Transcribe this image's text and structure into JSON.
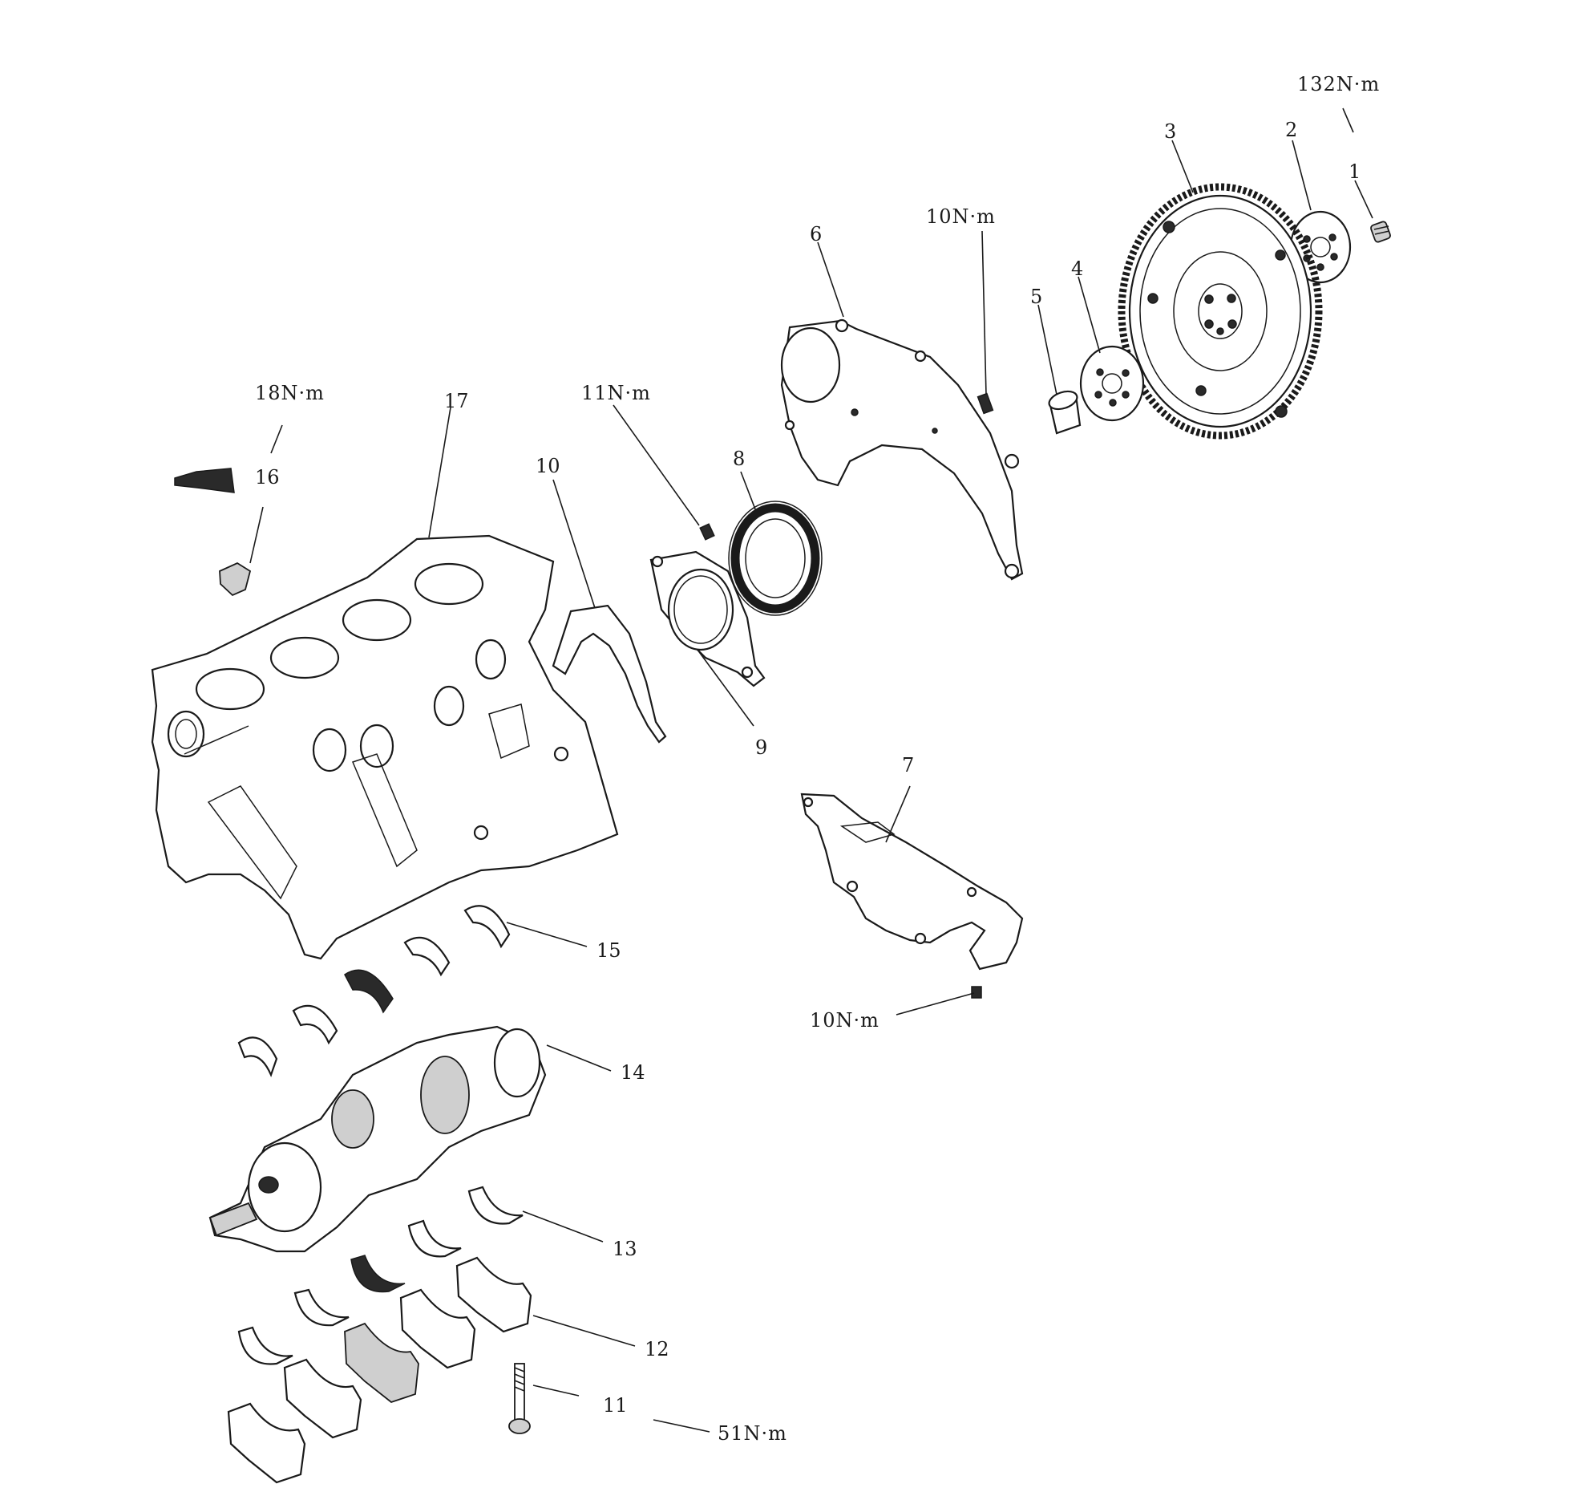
{
  "callouts": [
    "1",
    "2",
    "3",
    "4",
    "5",
    "6",
    "7",
    "8",
    "9",
    "10",
    "11",
    "12",
    "13",
    "14",
    "15",
    "16",
    "17"
  ],
  "torques": {
    "t132": "132N·m",
    "t10_top": "10N·m",
    "t11": "11N·m",
    "t18": "18N·m",
    "t10_bottom": "10N·m",
    "t51": "51N·m"
  }
}
